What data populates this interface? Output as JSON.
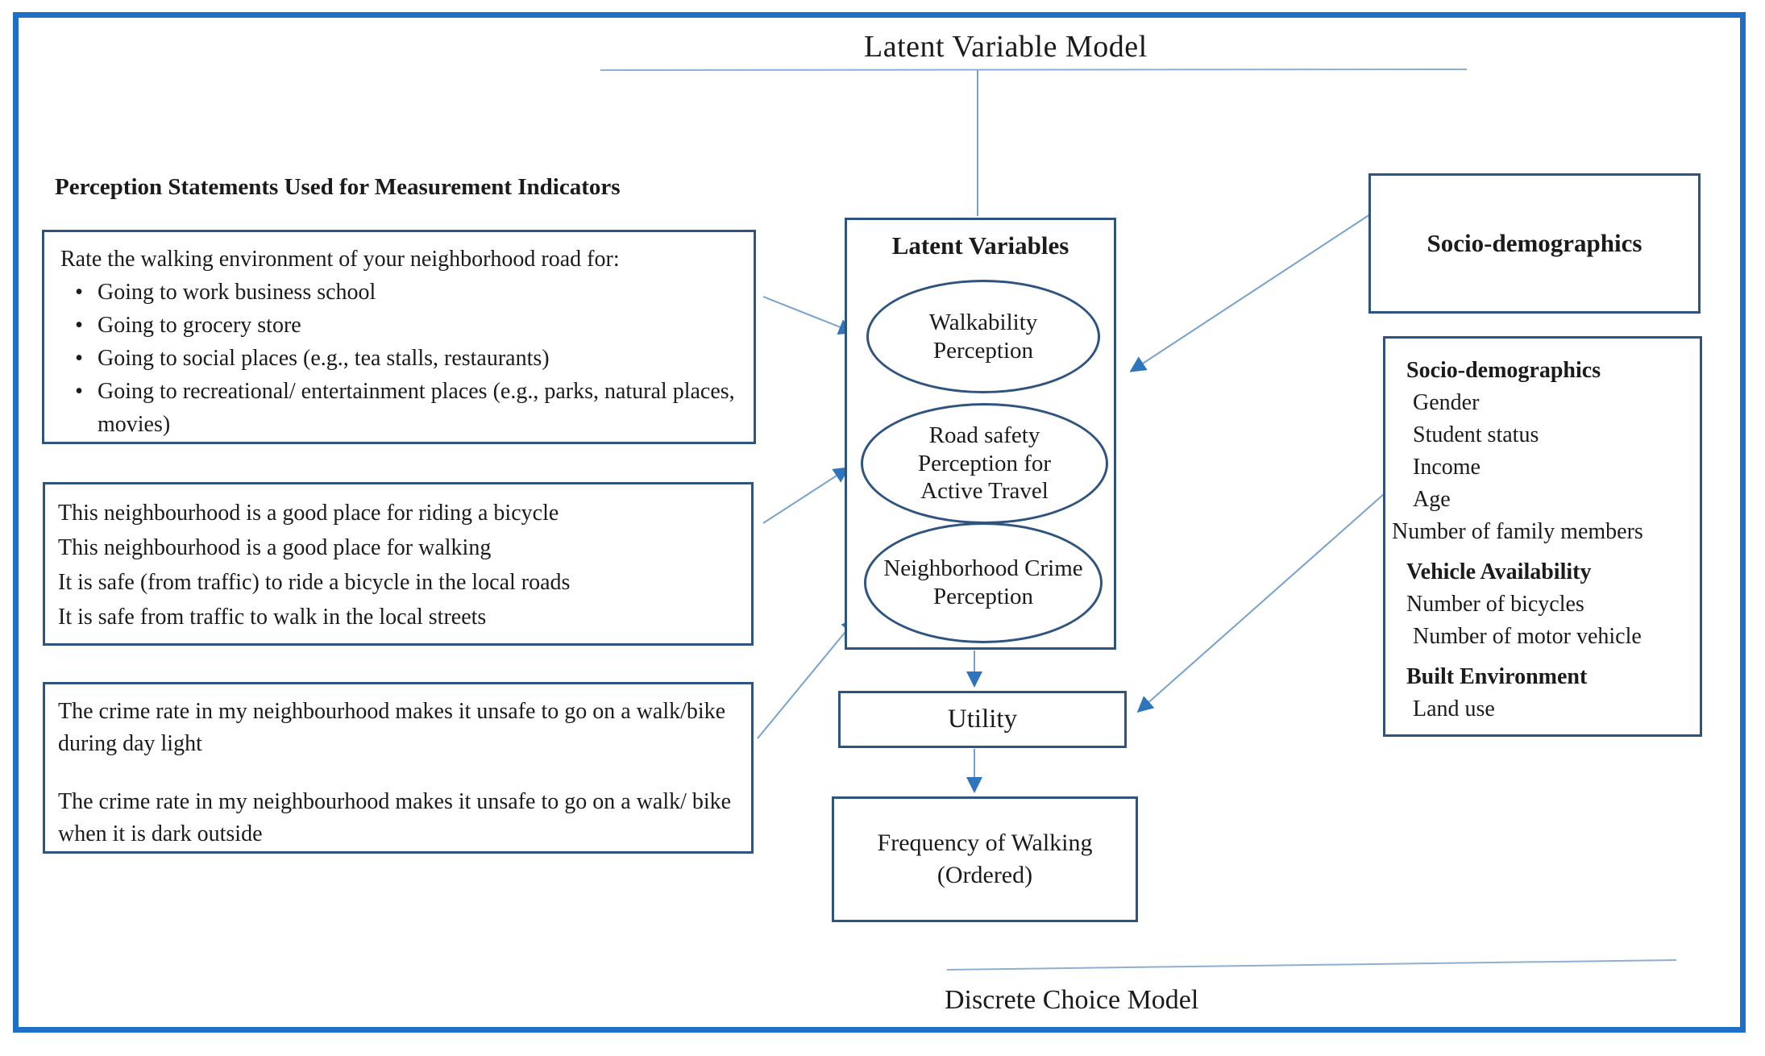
{
  "diagram": {
    "top_label": "Latent Variable Model",
    "bottom_label": "Discrete Choice Model",
    "left_heading": "Perception Statements Used for Measurement Indicators",
    "box1": {
      "intro": "Rate the walking environment of your neighborhood road for:",
      "bullets": [
        "Going to work business school",
        "Going to grocery store",
        "Going to social places (e.g., tea stalls, restaurants)",
        "Going to recreational/ entertainment places (e.g., parks, natural places, movies)"
      ]
    },
    "box2": {
      "lines": [
        "This neighbourhood is a good place for riding a bicycle",
        "This neighbourhood is a good place for walking",
        "It is safe (from traffic) to ride a bicycle in the local roads",
        "It is safe from traffic to walk in the local streets"
      ]
    },
    "box3": {
      "paragraphs": [
        "The crime rate in my neighbourhood makes it unsafe to go on a walk/bike during day light",
        "The crime rate in my neighbourhood makes it unsafe to go on a walk/ bike when it is dark outside"
      ]
    },
    "latent_box": {
      "title": "Latent Variables",
      "ellipses": [
        "Walkability Perception",
        "Road safety Perception for Active Travel",
        "Neighborhood Crime Perception"
      ]
    },
    "utility_label": "Utility",
    "frequency_label": "Frequency of Walking (Ordered)",
    "sociodem_box_label": "Socio-demographics",
    "right_box": {
      "sections": [
        {
          "header": "Socio-demographics",
          "items": [
            "Gender",
            "Student status",
            "Income",
            "Age",
            "Number of family members"
          ]
        },
        {
          "header": "Vehicle Availability",
          "items": [
            "Number of bicycles",
            "Number of motor vehicle"
          ]
        },
        {
          "header": "Built Environment",
          "items": [
            "Land use"
          ]
        }
      ]
    },
    "colors": {
      "outer_border": "#1f6fc9",
      "box_border": "#2f5480",
      "arrow_line": "#78a2cc",
      "arrow_head": "#2f75bd",
      "text": "#1b1b1b"
    }
  }
}
